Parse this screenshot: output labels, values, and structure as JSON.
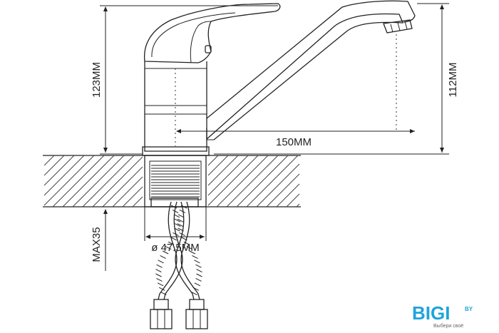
{
  "dimensions": {
    "height_total": "123MM",
    "height_spout": "112MM",
    "spout_reach": "150MM",
    "diameter": "ø 47.5MM",
    "max_thickness": "MAX35"
  },
  "logo": {
    "brand": "BIGI",
    "suffix": "BY",
    "tagline": "Выбери своё",
    "accent_color": "#1fa4dc"
  }
}
